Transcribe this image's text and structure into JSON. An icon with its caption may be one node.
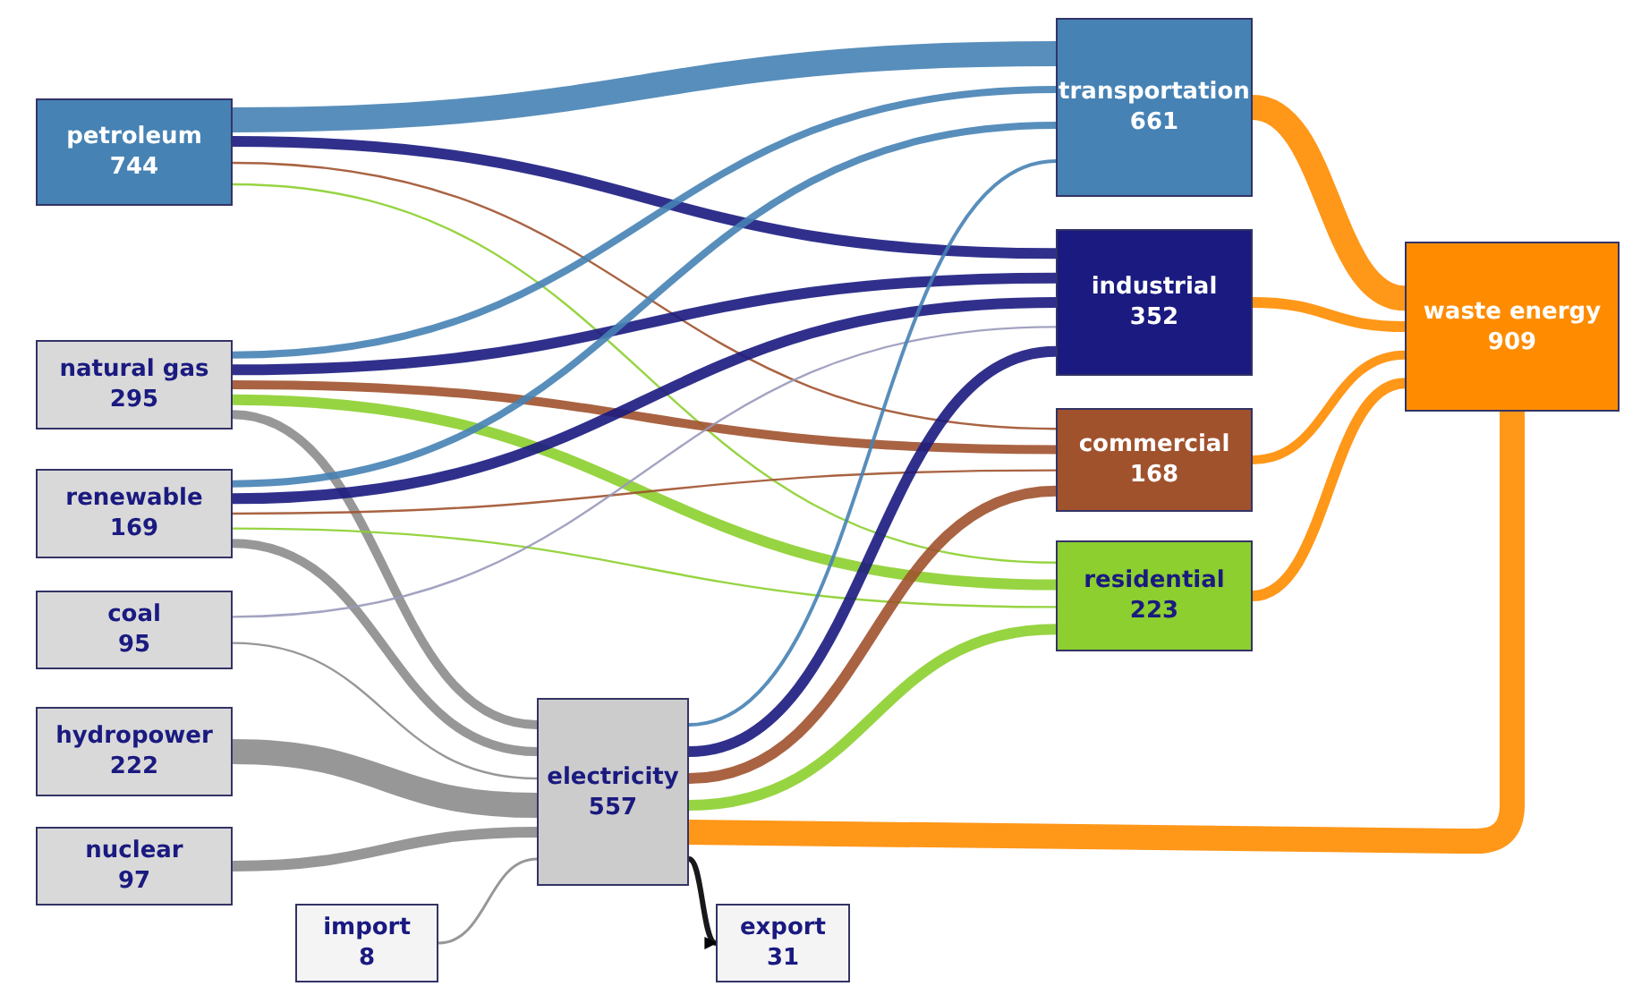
{
  "diagram": {
    "nodes": [
      {
        "text": [
          "petroleum",
          "744"
        ]
      },
      {
        "text": [
          "natural gas",
          "295"
        ]
      },
      {
        "text": [
          "renewable",
          "169"
        ]
      },
      {
        "text": [
          "coal",
          "95"
        ]
      },
      {
        "text": [
          "hydropower",
          "222"
        ]
      },
      {
        "text": [
          "nuclear",
          "97"
        ]
      },
      {
        "text": [
          "import",
          "8"
        ]
      },
      {
        "text": [
          "electricity",
          "557"
        ]
      },
      {
        "text": [
          "export",
          "31"
        ]
      },
      {
        "text": [
          "transportation",
          "661"
        ]
      },
      {
        "text": [
          "industrial",
          "352"
        ]
      },
      {
        "text": [
          "commercial",
          "168"
        ]
      },
      {
        "text": [
          "residential",
          "223"
        ]
      },
      {
        "text": [
          "waste energy",
          "909"
        ]
      }
    ],
    "edges": [
      {
        "from": 0,
        "to": 9,
        "arrow": "none",
        "style": "thick",
        "color": "#4682b4"
      },
      {
        "from": 0,
        "to": 10,
        "arrow": "none",
        "color": "#1a1a80"
      },
      {
        "from": 0,
        "to": 11,
        "arrow": "none",
        "color": "#a0522d"
      },
      {
        "from": 0,
        "to": 12,
        "arrow": "none",
        "color": "#8ccf2e"
      },
      {
        "from": 1,
        "to": 9,
        "arrow": "none",
        "color": "#4682b4"
      },
      {
        "from": 1,
        "to": 10,
        "arrow": "none",
        "color": "#1a1a80"
      },
      {
        "from": 1,
        "to": 11,
        "arrow": "none",
        "color": "#a0522d"
      },
      {
        "from": 1,
        "to": 12,
        "arrow": "none",
        "color": "#8ccf2e"
      },
      {
        "from": 1,
        "to": 7,
        "arrow": "none",
        "color": "#8c8c8c"
      },
      {
        "from": 2,
        "to": 9,
        "arrow": "none",
        "color": "#4682b4"
      },
      {
        "from": 2,
        "to": 10,
        "arrow": "none",
        "color": "#1a1a80"
      },
      {
        "from": 2,
        "to": 11,
        "arrow": "none",
        "color": "#a0522d"
      },
      {
        "from": 2,
        "to": 12,
        "arrow": "none",
        "color": "#8ccf2e"
      },
      {
        "from": 2,
        "to": 7,
        "arrow": "none",
        "color": "#8c8c8c"
      },
      {
        "from": 3,
        "to": 10,
        "arrow": "none",
        "color": "#9999bb"
      },
      {
        "from": 3,
        "to": 7,
        "arrow": "none",
        "color": "#8c8c8c"
      },
      {
        "from": 4,
        "to": 7,
        "arrow": "none",
        "style": "thick",
        "color": "#8c8c8c"
      },
      {
        "from": 5,
        "to": 7,
        "arrow": "none",
        "color": "#8c8c8c"
      },
      {
        "from": 6,
        "to": 7,
        "arrow": "none",
        "color": "#8c8c8c"
      },
      {
        "from": 7,
        "to": 9,
        "arrow": "none",
        "color": "#4682b4"
      },
      {
        "from": 7,
        "to": 10,
        "arrow": "none",
        "color": "#1a1a80"
      },
      {
        "from": 7,
        "to": 11,
        "arrow": "none",
        "color": "#a0522d"
      },
      {
        "from": 7,
        "to": 12,
        "arrow": "none",
        "color": "#8ccf2e"
      },
      {
        "from": 7,
        "to": 13,
        "arrow": "none",
        "style": "thick",
        "color": "#ff8c00"
      },
      {
        "from": 7,
        "to": 8,
        "arrow": "to",
        "color": "#000000"
      },
      {
        "from": 9,
        "to": 13,
        "arrow": "none",
        "style": "thick",
        "color": "#ff8c00"
      },
      {
        "from": 10,
        "to": 13,
        "arrow": "none",
        "color": "#ff8c00"
      },
      {
        "from": 11,
        "to": 13,
        "arrow": "none",
        "color": "#ff8c00"
      },
      {
        "from": 12,
        "to": 13,
        "arrow": "none",
        "color": "#ff8c00"
      }
    ]
  }
}
